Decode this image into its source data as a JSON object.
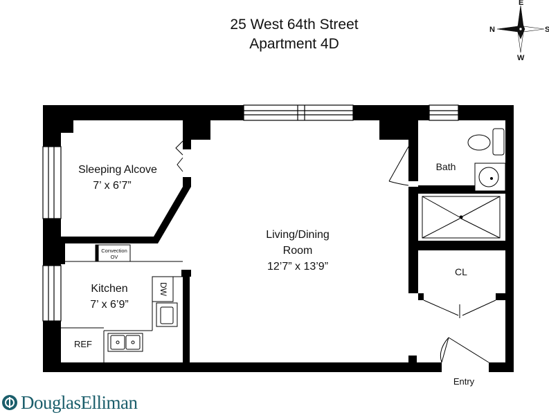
{
  "header": {
    "address": "25 West 64th Street",
    "unit": "Apartment 4D"
  },
  "compass": {
    "north": "N",
    "east": "E",
    "south": "S",
    "west": "W"
  },
  "rooms": {
    "sleeping_alcove": {
      "name": "Sleeping Alcove",
      "dims": "7’ x 6’7”"
    },
    "living_dining": {
      "name_line1": "Living/Dining",
      "name_line2": "Room",
      "dims": "12’7” x 13’9”"
    },
    "kitchen": {
      "name": "Kitchen",
      "dims": "7’ x 6’9”"
    },
    "bath": {
      "name": "Bath"
    },
    "closet": {
      "name": "CL"
    },
    "entry": {
      "name": "Entry"
    }
  },
  "fixtures": {
    "convection_line1": "Convection",
    "convection_line2": "OV",
    "dishwasher": "DW",
    "refrigerator": "REF"
  },
  "brand": {
    "name": "DouglasElliman",
    "color": "#1b5e6b"
  }
}
